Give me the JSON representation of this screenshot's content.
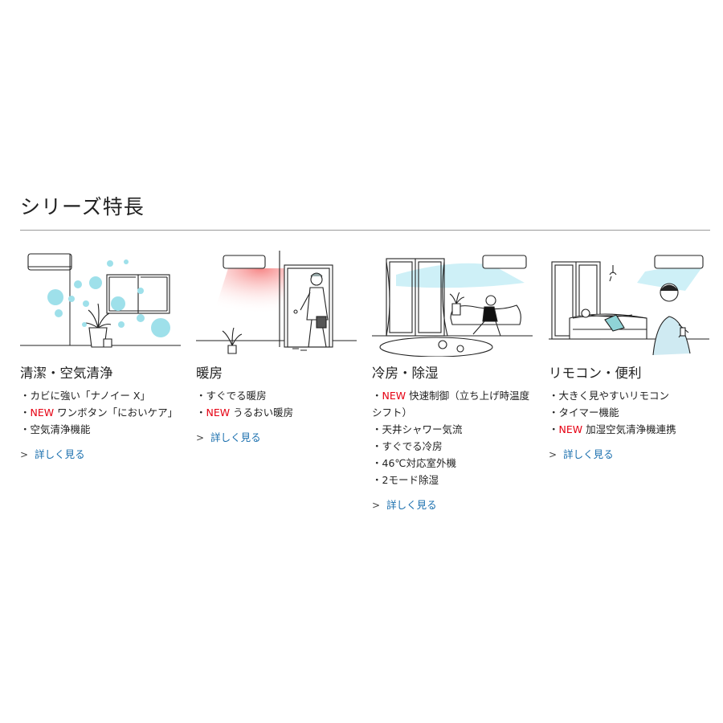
{
  "section": {
    "title": "シリーズ特長"
  },
  "cards": [
    {
      "title": "清潔・空気清浄",
      "features": [
        {
          "new": "",
          "text": "カビに強い「ナノイー X」"
        },
        {
          "new": "NEW",
          "text": "ワンボタン「においケア」"
        },
        {
          "new": "",
          "text": "空気清浄機能"
        }
      ],
      "more": "詳しく見る",
      "illustration": "air-purification-illustration"
    },
    {
      "title": "暖房",
      "features": [
        {
          "new": "",
          "text": "すぐでる暖房"
        },
        {
          "new": "NEW",
          "text": "うるおい暖房"
        }
      ],
      "more": "詳しく見る",
      "illustration": "heating-illustration"
    },
    {
      "title": "冷房・除湿",
      "features": [
        {
          "new": "NEW",
          "text": "快速制御（立ち上げ時温度"
        },
        {
          "new": "",
          "text": "シフト）",
          "continuation": true
        },
        {
          "new": "",
          "text": "天井シャワー気流"
        },
        {
          "new": "",
          "text": "すぐでる冷房"
        },
        {
          "new": "",
          "text": "46℃対応室外機"
        },
        {
          "new": "",
          "text": "2モード除湿"
        }
      ],
      "more": "詳しく見る",
      "illustration": "cooling-illustration"
    },
    {
      "title": "リモコン・便利",
      "features": [
        {
          "new": "",
          "text": "大きく見やすいリモコン"
        },
        {
          "new": "",
          "text": "タイマー機能"
        },
        {
          "new": "NEW",
          "text": "加湿空気清浄機連携"
        }
      ],
      "more": "詳しく見る",
      "illustration": "remote-control-illustration"
    }
  ],
  "colors": {
    "new": "#e60012",
    "link": "#1a6fae",
    "divider": "#9a9a9a"
  }
}
